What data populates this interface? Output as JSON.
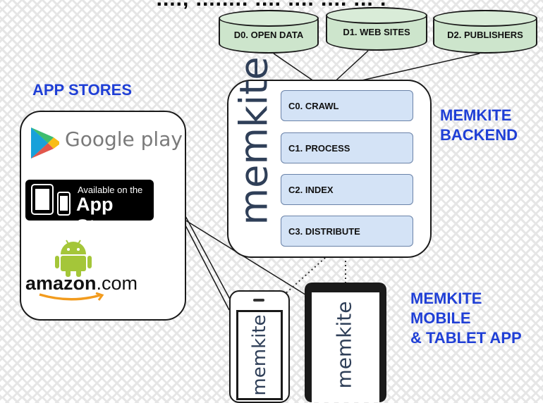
{
  "title_fragment": "...., ........ .... .... .... ... .",
  "data_sources": [
    {
      "label": "D0.  OPEN DATA"
    },
    {
      "label": "D1. WEB SITES"
    },
    {
      "label": "D2.  PUBLISHERS"
    }
  ],
  "app_stores": {
    "heading": "APP STORES",
    "google_play": "Google play",
    "app_store_small": "Available on the",
    "app_store_big": "App Store",
    "amazon": "amazon",
    "amazon_suffix": ".com"
  },
  "backend": {
    "logo": "memkite",
    "heading_line1": "MEMKITE",
    "heading_line2": "BACKEND",
    "stages": [
      {
        "label": "C0. CRAWL"
      },
      {
        "label": "C1. PROCESS"
      },
      {
        "label": "C2. INDEX"
      },
      {
        "label": "C3. DISTRIBUTE"
      }
    ]
  },
  "mobile": {
    "phone_logo": "memkite",
    "tablet_logo": "memkite",
    "heading_line1": "MEMKITE",
    "heading_line2": "MOBILE",
    "heading_line3": "& TABLET APP"
  },
  "colors": {
    "heading_blue": "#1f3fd6",
    "cylinder_green": "#cde5cc",
    "stage_blue": "#d4e3f6",
    "android_green": "#a4c639"
  },
  "icons": [
    "google-play-icon",
    "tablet-icon",
    "phone-icon",
    "android-icon",
    "amazon-smile-icon"
  ]
}
